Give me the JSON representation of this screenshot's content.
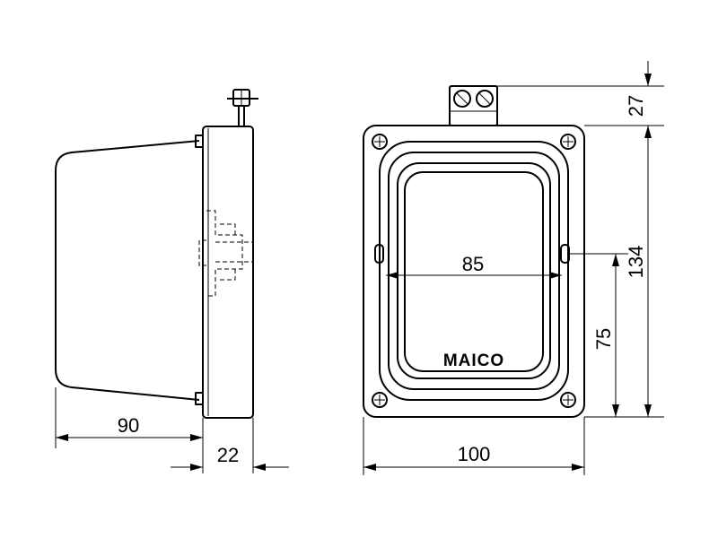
{
  "drawing": {
    "brand": "MAICO",
    "dimensions": {
      "depth": "90",
      "plate_thickness": "22",
      "inner_width": "85",
      "outer_width": "100",
      "clamp_height": "27",
      "total_height": "134",
      "mount_height": "75"
    }
  }
}
